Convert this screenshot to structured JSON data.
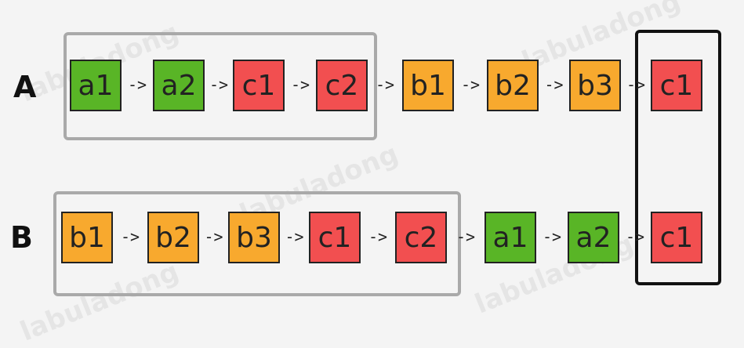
{
  "watermark": "labuladong",
  "colors": {
    "green": "#59b526",
    "orange": "#f8a92e",
    "red": "#f24f50"
  },
  "rows": [
    {
      "label": "A",
      "nodes": [
        {
          "text": "a1",
          "color": "green"
        },
        {
          "text": "a2",
          "color": "green"
        },
        {
          "text": "c1",
          "color": "red"
        },
        {
          "text": "c2",
          "color": "red"
        },
        {
          "text": "b1",
          "color": "orange"
        },
        {
          "text": "b2",
          "color": "orange"
        },
        {
          "text": "b3",
          "color": "orange"
        },
        {
          "text": "c1",
          "color": "red"
        }
      ]
    },
    {
      "label": "B",
      "nodes": [
        {
          "text": "b1",
          "color": "orange"
        },
        {
          "text": "b2",
          "color": "orange"
        },
        {
          "text": "b3",
          "color": "orange"
        },
        {
          "text": "c1",
          "color": "red"
        },
        {
          "text": "c2",
          "color": "red"
        },
        {
          "text": "a1",
          "color": "green"
        },
        {
          "text": "a2",
          "color": "green"
        },
        {
          "text": "c1",
          "color": "red"
        }
      ]
    }
  ],
  "arrow_text": "->"
}
